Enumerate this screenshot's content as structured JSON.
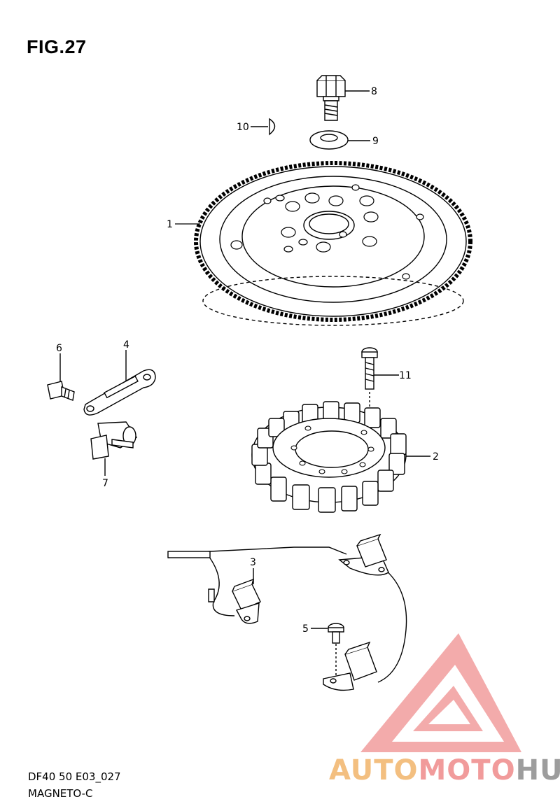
{
  "figure": {
    "title": "FIG.27",
    "footer_model": "DF40 50 E03_027",
    "footer_group": "MAGNETO-C"
  },
  "callouts": {
    "c1": "1",
    "c2": "2",
    "c3": "3",
    "c4": "4",
    "c5": "5",
    "c6": "6",
    "c7": "7",
    "c8": "8",
    "c9": "9",
    "c10": "10",
    "c11": "11"
  },
  "watermark": {
    "part_a": "AUTO",
    "part_b": "MOTO",
    "part_c": "HUB",
    "colors": {
      "orange": "#f2b46a",
      "red": "#ef8a8a",
      "grey": "#8d8d8d"
    }
  }
}
